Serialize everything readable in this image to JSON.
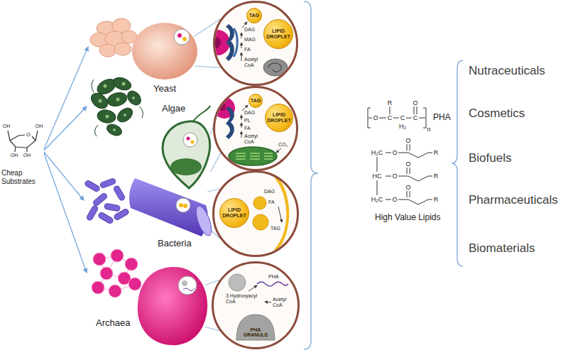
{
  "diagram": {
    "nodes": [
      {
        "text": [
          "Yeast"
        ]
      },
      {
        "text": [
          "DAG",
          "MAG",
          "FA",
          "Acetyl CoA"
        ]
      },
      {
        "text": [
          "TAG"
        ],
        "in": 1
      },
      {
        "text": [
          "LIPID DROPLET"
        ],
        "in": 1
      },
      {
        "text": [
          "Algae"
        ]
      },
      {
        "text": [
          "DAG",
          "PL",
          "FA",
          "Acetyl CoA",
          "CO₂"
        ]
      },
      {
        "text": [
          "TAG"
        ],
        "in": 5
      },
      {
        "text": [
          "LIPID DROPLET"
        ],
        "in": 5
      },
      {
        "text": [
          "Bacteria"
        ]
      },
      {
        "text": [
          "DAG",
          "FA",
          "TAG"
        ]
      },
      {
        "text": [
          "LIPID DROPLET"
        ],
        "in": 9
      },
      {
        "text": [
          "Archaea"
        ]
      },
      {
        "text": [
          "PHA",
          "3 Hydroxyacyl CoA",
          "Acetyl CoA"
        ]
      },
      {
        "text": [
          "PHA GRANULE"
        ],
        "in": 12
      }
    ],
    "edges": [
      {
        "from": 0,
        "to": 1,
        "arrow": "none"
      },
      {
        "from": 0,
        "to": 1,
        "arrow": "none"
      },
      {
        "from": 4,
        "to": 5,
        "arrow": "none"
      },
      {
        "from": 4,
        "to": 5,
        "arrow": "none"
      },
      {
        "from": 8,
        "to": 9,
        "arrow": "none"
      },
      {
        "from": 8,
        "to": 9,
        "arrow": "none"
      },
      {
        "from": 11,
        "to": 12,
        "arrow": "none"
      },
      {
        "from": 11,
        "to": 12,
        "arrow": "none"
      }
    ],
    "labels": [
      "O",
      "OH",
      "OH",
      "OH",
      "OH",
      "Cheap Substrates",
      "O",
      "R",
      "C",
      "H₂",
      "C",
      "C",
      "O",
      "n",
      "PHA",
      "H₂C",
      "O",
      "O",
      "R",
      "HC",
      "O",
      "O",
      "R",
      "H₂C",
      "O",
      "O",
      "R",
      "High Value Lipids",
      "Nutraceuticals",
      "Cosmetics",
      "Biofuels",
      "Pharmaceuticals",
      "Biomaterials"
    ]
  }
}
